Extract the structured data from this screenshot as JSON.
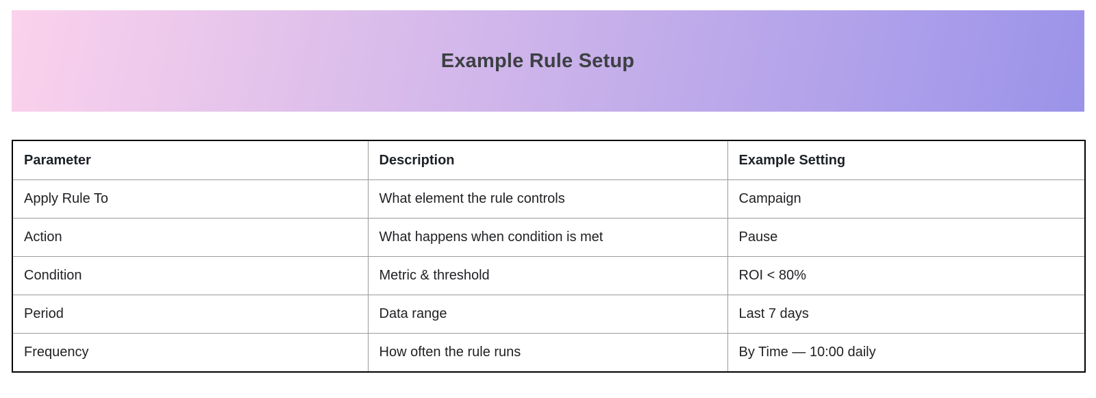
{
  "banner": {
    "title": "Example Rule Setup",
    "gradient_from": "#fbd2ec",
    "gradient_to": "#9b93e9",
    "title_color": "#3c4043"
  },
  "table": {
    "headers": [
      "Parameter",
      "Description",
      "Example Setting"
    ],
    "rows": [
      {
        "parameter": "Apply Rule To",
        "description": "What element the rule controls",
        "example": "Campaign"
      },
      {
        "parameter": "Action",
        "description": "What happens when condition is met",
        "example": "Pause"
      },
      {
        "parameter": "Condition",
        "description": "Metric & threshold",
        "example": "ROI < 80%"
      },
      {
        "parameter": "Period",
        "description": "Data range",
        "example": "Last 7 days"
      },
      {
        "parameter": "Frequency",
        "description": "How often the rule runs",
        "example": "By Time — 10:00 daily"
      }
    ]
  }
}
